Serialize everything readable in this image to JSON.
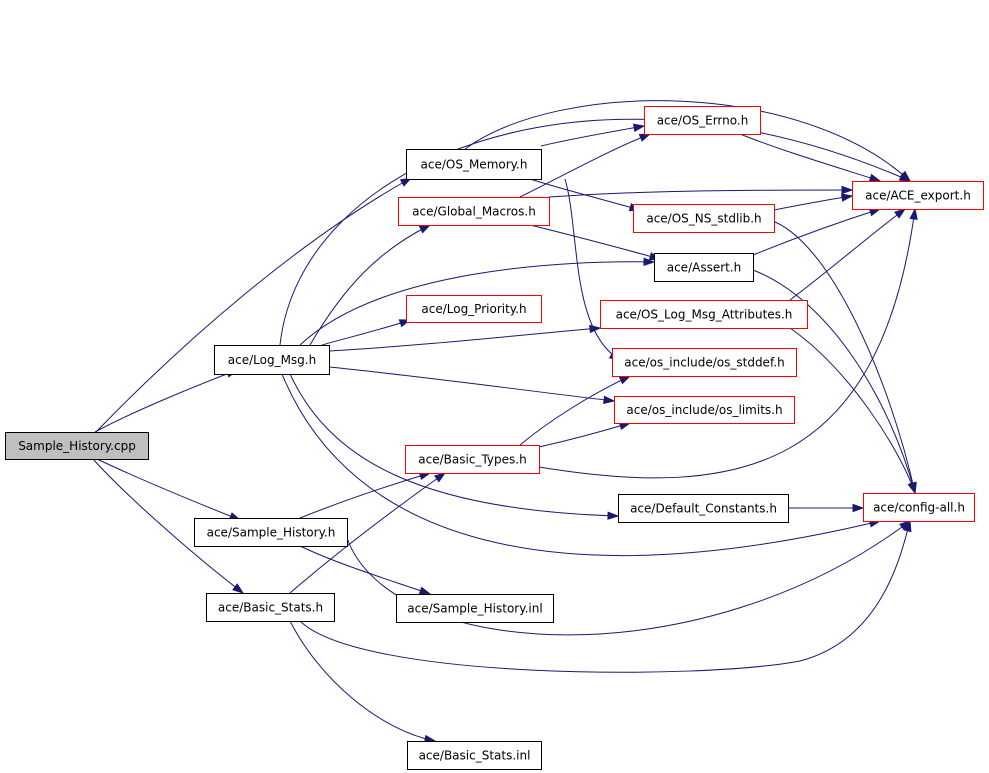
{
  "colors": {
    "edge": "#191970",
    "root_fill": "#bfbfbf",
    "root_border": "#000000",
    "doc_border": "#000000",
    "undoc_border": "#ff0000",
    "node_fill": "#ffffff"
  },
  "nodes": [
    {
      "id": "sample_history_cpp",
      "label": "Sample_History.cpp",
      "kind": "root"
    },
    {
      "id": "os_memory",
      "label": "ace/OS_Memory.h",
      "kind": "documented"
    },
    {
      "id": "os_errno",
      "label": "ace/OS_Errno.h",
      "kind": "undocumented"
    },
    {
      "id": "ace_export",
      "label": "ace/ACE_export.h",
      "kind": "undocumented"
    },
    {
      "id": "global_macros",
      "label": "ace/Global_Macros.h",
      "kind": "undocumented"
    },
    {
      "id": "os_ns_stdlib",
      "label": "ace/OS_NS_stdlib.h",
      "kind": "undocumented"
    },
    {
      "id": "assert",
      "label": "ace/Assert.h",
      "kind": "documented"
    },
    {
      "id": "log_priority",
      "label": "ace/Log_Priority.h",
      "kind": "undocumented"
    },
    {
      "id": "os_log_msg_attributes",
      "label": "ace/OS_Log_Msg_Attributes.h",
      "kind": "undocumented"
    },
    {
      "id": "log_msg",
      "label": "ace/Log_Msg.h",
      "kind": "documented"
    },
    {
      "id": "os_stddef",
      "label": "ace/os_include/os_stddef.h",
      "kind": "undocumented"
    },
    {
      "id": "os_limits",
      "label": "ace/os_include/os_limits.h",
      "kind": "undocumented"
    },
    {
      "id": "basic_types",
      "label": "ace/Basic_Types.h",
      "kind": "undocumented"
    },
    {
      "id": "default_constants",
      "label": "ace/Default_Constants.h",
      "kind": "documented"
    },
    {
      "id": "config_all",
      "label": "ace/config-all.h",
      "kind": "undocumented"
    },
    {
      "id": "sample_history_h",
      "label": "ace/Sample_History.h",
      "kind": "documented"
    },
    {
      "id": "sample_history_inl",
      "label": "ace/Sample_History.inl",
      "kind": "documented"
    },
    {
      "id": "basic_stats_h",
      "label": "ace/Basic_Stats.h",
      "kind": "documented"
    },
    {
      "id": "basic_stats_inl",
      "label": "ace/Basic_Stats.inl",
      "kind": "documented"
    }
  ],
  "edges": [
    {
      "from": "sample_history_cpp",
      "to": "os_memory"
    },
    {
      "from": "sample_history_cpp",
      "to": "log_msg"
    },
    {
      "from": "sample_history_cpp",
      "to": "sample_history_h"
    },
    {
      "from": "sample_history_cpp",
      "to": "basic_stats_h"
    },
    {
      "from": "os_memory",
      "to": "os_errno"
    },
    {
      "from": "os_memory",
      "to": "ace_export"
    },
    {
      "from": "os_memory",
      "to": "os_ns_stdlib"
    },
    {
      "from": "os_memory",
      "to": "os_stddef"
    },
    {
      "from": "os_errno",
      "to": "ace_export"
    },
    {
      "from": "global_macros",
      "to": "os_errno"
    },
    {
      "from": "global_macros",
      "to": "ace_export"
    },
    {
      "from": "global_macros",
      "to": "assert"
    },
    {
      "from": "os_ns_stdlib",
      "to": "ace_export"
    },
    {
      "from": "os_ns_stdlib",
      "to": "config_all"
    },
    {
      "from": "assert",
      "to": "ace_export"
    },
    {
      "from": "assert",
      "to": "config_all"
    },
    {
      "from": "os_log_msg_attributes",
      "to": "ace_export"
    },
    {
      "from": "os_log_msg_attributes",
      "to": "config_all"
    },
    {
      "from": "log_msg",
      "to": "ace_export"
    },
    {
      "from": "log_msg",
      "to": "global_macros"
    },
    {
      "from": "log_msg",
      "to": "assert"
    },
    {
      "from": "log_msg",
      "to": "log_priority"
    },
    {
      "from": "log_msg",
      "to": "os_log_msg_attributes"
    },
    {
      "from": "log_msg",
      "to": "os_limits"
    },
    {
      "from": "log_msg",
      "to": "default_constants"
    },
    {
      "from": "log_msg",
      "to": "config_all"
    },
    {
      "from": "basic_types",
      "to": "os_stddef"
    },
    {
      "from": "basic_types",
      "to": "os_limits"
    },
    {
      "from": "basic_types",
      "to": "ace_export"
    },
    {
      "from": "default_constants",
      "to": "config_all"
    },
    {
      "from": "sample_history_h",
      "to": "basic_types"
    },
    {
      "from": "sample_history_h",
      "to": "sample_history_inl"
    },
    {
      "from": "sample_history_h",
      "to": "config_all"
    },
    {
      "from": "basic_stats_h",
      "to": "basic_types"
    },
    {
      "from": "basic_stats_h",
      "to": "config_all"
    },
    {
      "from": "basic_stats_h",
      "to": "basic_stats_inl"
    }
  ]
}
